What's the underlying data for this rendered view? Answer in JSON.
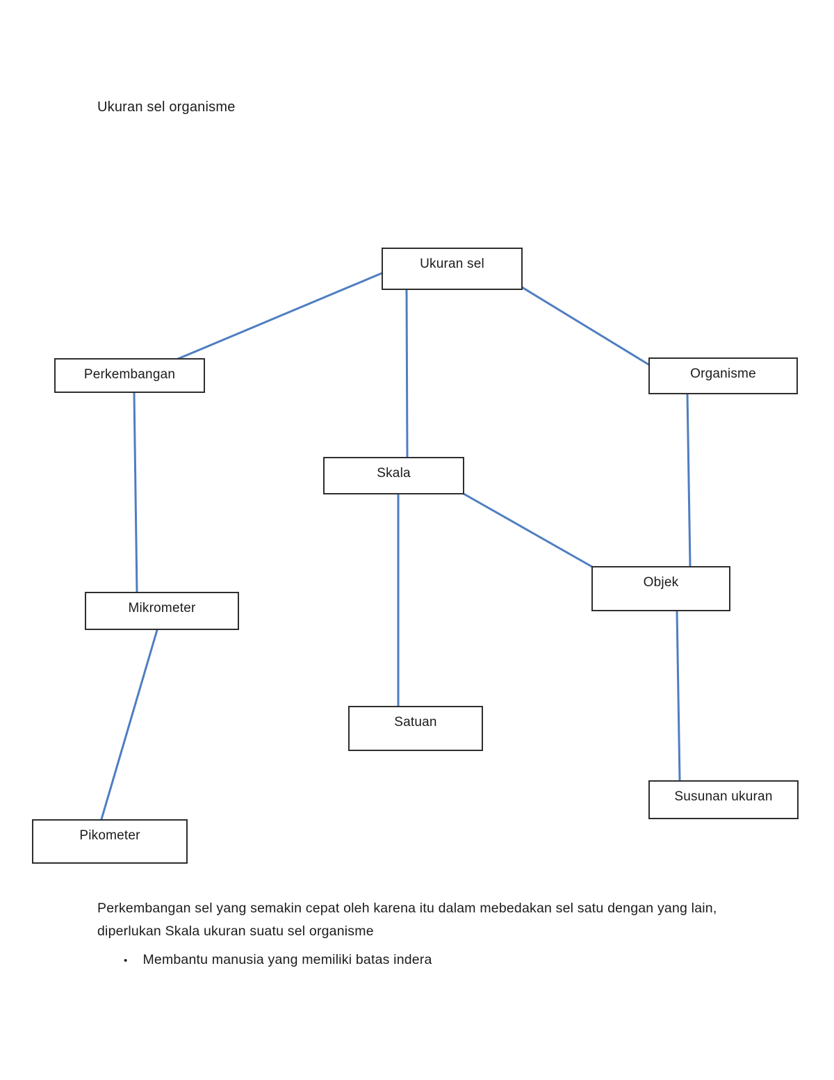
{
  "page": {
    "title_text": "Ukuran sel organisme"
  },
  "diagram": {
    "nodes": {
      "ukuran_sel": {
        "label": "Ukuran sel"
      },
      "perkembangan": {
        "label": "Perkembangan"
      },
      "organisme": {
        "label": "Organisme"
      },
      "skala": {
        "label": "Skala"
      },
      "objek": {
        "label": "Objek"
      },
      "mikrometer": {
        "label": "Mikrometer"
      },
      "satuan": {
        "label": "Satuan"
      },
      "susunan_ukuran": {
        "label": "Susunan ukuran"
      },
      "pikometer": {
        "label": "Pikometer"
      }
    },
    "edges": [
      {
        "from": "Ukuran sel",
        "to": "Perkembangan"
      },
      {
        "from": "Ukuran sel",
        "to": "Skala"
      },
      {
        "from": "Ukuran sel",
        "to": "Organisme"
      },
      {
        "from": "Perkembangan",
        "to": "Mikrometer"
      },
      {
        "from": "Organisme",
        "to": "Objek"
      },
      {
        "from": "Skala",
        "to": "Satuan"
      },
      {
        "from": "Skala",
        "to": "Objek"
      },
      {
        "from": "Objek",
        "to": "Susunan ukuran"
      },
      {
        "from": "Mikrometer",
        "to": "Pikometer"
      }
    ]
  },
  "body": {
    "paragraph": "Perkembangan sel yang semakin cepat oleh karena itu dalam mebedakan sel satu dengan yang lain, diperlukan Skala ukuran suatu sel organisme",
    "bullet_glyph": "•",
    "bullet_text": "Membantu manusia yang memiliki batas indera"
  },
  "colors": {
    "connector": "#4e7ec1",
    "box_border": "#2e2e2e",
    "text": "#1b1b1b"
  }
}
